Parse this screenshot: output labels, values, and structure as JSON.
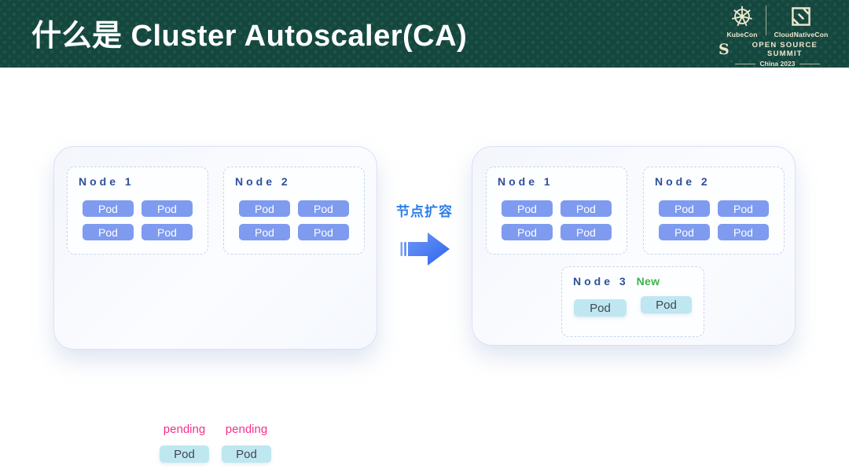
{
  "header": {
    "title": "什么是 Cluster Autoscaler(CA)",
    "logos": {
      "kubecon": "KubeCon",
      "cloudnativecon": "CloudNativeCon",
      "summit": "OPEN SOURCE SUMMIT",
      "summit_s": "S",
      "edition": "China 2023"
    }
  },
  "diagram": {
    "transition_label": "节点扩容",
    "before": {
      "nodes": [
        {
          "title": "Node 1",
          "pods": [
            "Pod",
            "Pod",
            "Pod",
            "Pod"
          ]
        },
        {
          "title": "Node 2",
          "pods": [
            "Pod",
            "Pod",
            "Pod",
            "Pod"
          ]
        }
      ],
      "pending": [
        {
          "status": "pending",
          "pod": "Pod"
        },
        {
          "status": "pending",
          "pod": "Pod"
        }
      ]
    },
    "after": {
      "nodes": [
        {
          "title": "Node 1",
          "pods": [
            "Pod",
            "Pod",
            "Pod",
            "Pod"
          ]
        },
        {
          "title": "Node 2",
          "pods": [
            "Pod",
            "Pod",
            "Pod",
            "Pod"
          ]
        }
      ],
      "new_node": {
        "title": "Node 3",
        "badge": "New",
        "pods": [
          "Pod",
          "Pod"
        ]
      }
    }
  },
  "colors": {
    "header_bg": "#14483F",
    "logo_cream": "#EFE7CC",
    "pod_blue": "#7E9BF0",
    "node_title_blue": "#2F4F9C",
    "pending_pink": "#F42E8D",
    "pod_cyan": "#BEE7F1",
    "new_green": "#3CB44B",
    "transition_blue": "#2B7DE9"
  }
}
